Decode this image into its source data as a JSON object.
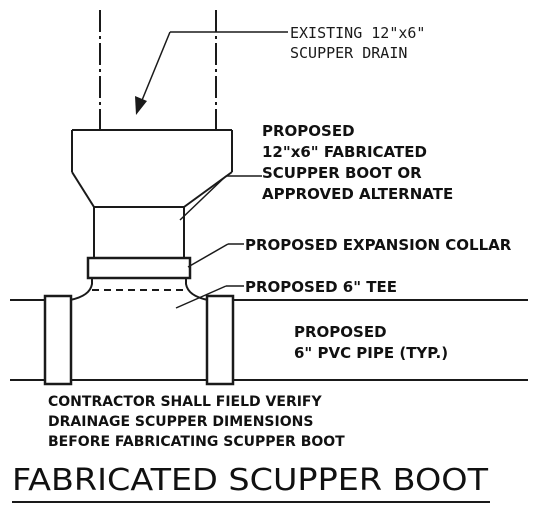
{
  "labels": {
    "existing": [
      "EXISTING 12\"x6\"",
      "SCUPPER DRAIN"
    ],
    "boot": [
      "PROPOSED",
      "12\"x6\" FABRICATED",
      "SCUPPER BOOT OR",
      "APPROVED ALTERNATE"
    ],
    "collar": "PROPOSED EXPANSION COLLAR",
    "tee": "PROPOSED 6\" TEE",
    "pipe": [
      "PROPOSED",
      "6\" PVC PIPE (TYP.)"
    ],
    "note": [
      "CONTRACTOR SHALL FIELD VERIFY",
      "DRAINAGE SCUPPER DIMENSIONS",
      "BEFORE FABRICATING SCUPPER BOOT"
    ]
  },
  "title": "FABRICATED SCUPPER BOOT",
  "colors": {
    "line": "#1a1a1a",
    "background": "#ffffff"
  }
}
